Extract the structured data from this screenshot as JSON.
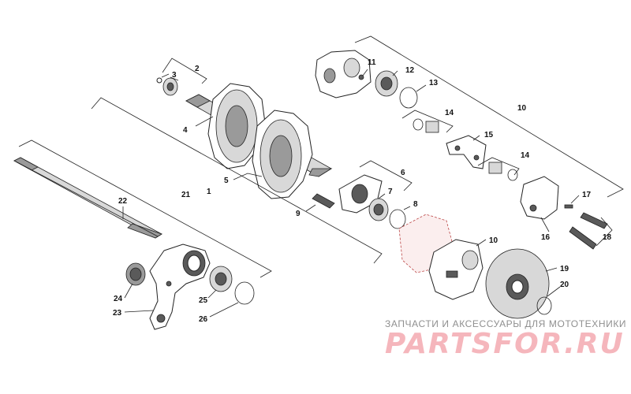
{
  "callouts": [
    {
      "id": "1",
      "label": "1"
    },
    {
      "id": "2",
      "label": "2"
    },
    {
      "id": "3",
      "label": "3"
    },
    {
      "id": "4",
      "label": "4"
    },
    {
      "id": "5",
      "label": "5"
    },
    {
      "id": "6",
      "label": "6"
    },
    {
      "id": "7",
      "label": "7"
    },
    {
      "id": "8",
      "label": "8"
    },
    {
      "id": "9",
      "label": "9"
    },
    {
      "id": "10a",
      "label": "10"
    },
    {
      "id": "10b",
      "label": "10"
    },
    {
      "id": "11",
      "label": "11"
    },
    {
      "id": "12",
      "label": "12"
    },
    {
      "id": "13",
      "label": "13"
    },
    {
      "id": "14a",
      "label": "14"
    },
    {
      "id": "14b",
      "label": "14"
    },
    {
      "id": "15",
      "label": "15"
    },
    {
      "id": "16",
      "label": "16"
    },
    {
      "id": "17",
      "label": "17"
    },
    {
      "id": "18",
      "label": "18"
    },
    {
      "id": "19",
      "label": "19"
    },
    {
      "id": "20",
      "label": "20"
    },
    {
      "id": "21",
      "label": "21"
    },
    {
      "id": "22",
      "label": "22"
    },
    {
      "id": "23",
      "label": "23"
    },
    {
      "id": "24",
      "label": "24"
    },
    {
      "id": "25",
      "label": "25"
    },
    {
      "id": "26",
      "label": "26"
    }
  ],
  "watermark": {
    "tagline": "ЗАПЧАСТИ И АКСЕССУАРЫ ДЛЯ МОТОТЕХНИКИ",
    "brand": "PARTSFOR.RU"
  }
}
